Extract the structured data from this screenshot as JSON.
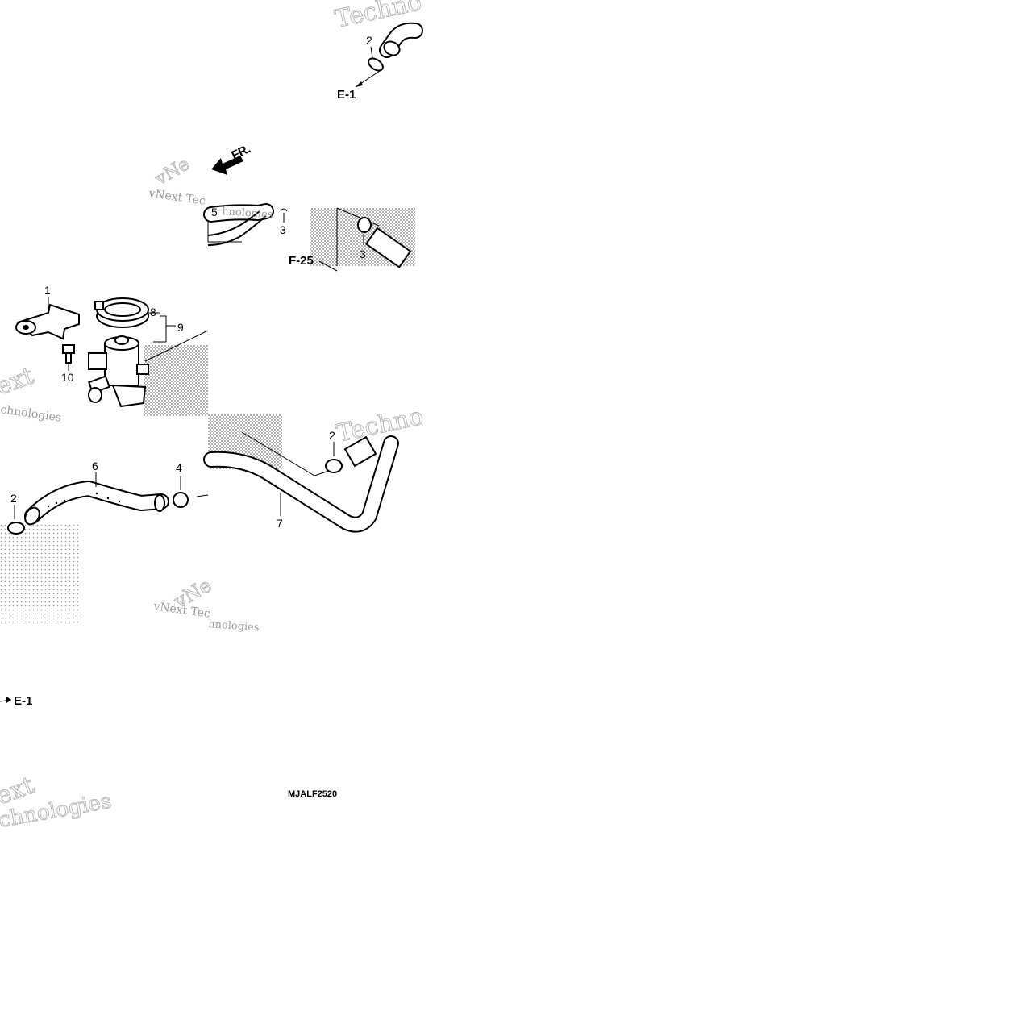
{
  "diagram": {
    "watermark_brand": "vNext",
    "watermark_word": "Technologies",
    "watermark_fragments": [
      "Techno",
      "vNext Tec",
      "hnologies",
      "chnologies",
      "ext",
      "vNe"
    ],
    "part_numbers": [
      "1",
      "2",
      "3",
      "4",
      "6",
      "7",
      "8",
      "9",
      "10"
    ],
    "labels": {
      "p1": "1",
      "p2_top": "2",
      "p2_mid": "2",
      "p2_left": "2",
      "p3_a": "3",
      "p3_b": "3",
      "p4": "4",
      "p5": "5",
      "p6": "6",
      "p7": "7",
      "p8": "8",
      "p9": "9",
      "p10": "10"
    },
    "refs": {
      "e1_top": "E-1",
      "e1_bottom": "E-1",
      "f25": "F-25",
      "front": "FR."
    },
    "drawing_code": "MJALF2520"
  }
}
